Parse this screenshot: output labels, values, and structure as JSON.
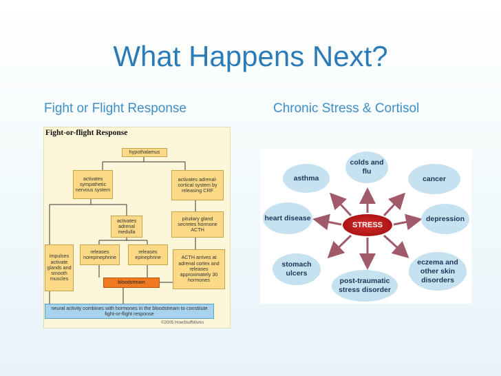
{
  "slide": {
    "title": "What Happens Next?",
    "left_heading": "Fight or Flight Response",
    "right_heading": "Chronic Stress & Cortisol"
  },
  "flowchart": {
    "title": "Fight-or-flight Response",
    "hypothalamus": "hypothalamus",
    "sympathetic": "activates sympathetic nervous system",
    "adrenal_cortical": "activates adrenal-cortical system by releasing CRF",
    "adrenal_medulla": "activates adrenal medulla",
    "pituitary": "pituitary gland secretes hormone ACTH",
    "impulses": "impulses activate glands and smooth muscles",
    "norepinephrine": "releases norepinephrine",
    "epinephrine": "releases epinephrine",
    "acth": "ACTH arrives at adrenal cortex and releases approximately 30 hormones",
    "bloodstream": "bloodstream",
    "neural": "neural activity combines with hormones in the bloodstream to constitute fight-or-flight response",
    "copyright": "©2005 HowStuffWorks"
  },
  "stress_diagram": {
    "center": "STRESS",
    "effects": {
      "colds": "colds and flu",
      "asthma": "asthma",
      "cancer": "cancer",
      "heart": "heart disease",
      "depression": "depression",
      "stomach": "stomach ulcers",
      "ptsd": "post-traumatic stress disorder",
      "eczema": "eczema and other skin disorders"
    }
  },
  "colors": {
    "title": "#2b7bb9",
    "heading": "#3d8fc8",
    "flow_box": "#fcd987",
    "flow_red": "#f07a22",
    "flow_blue": "#a8d3ee",
    "bubble": "#c6e1ef",
    "stress": "#b01818",
    "arrow": "#a05a6a"
  }
}
